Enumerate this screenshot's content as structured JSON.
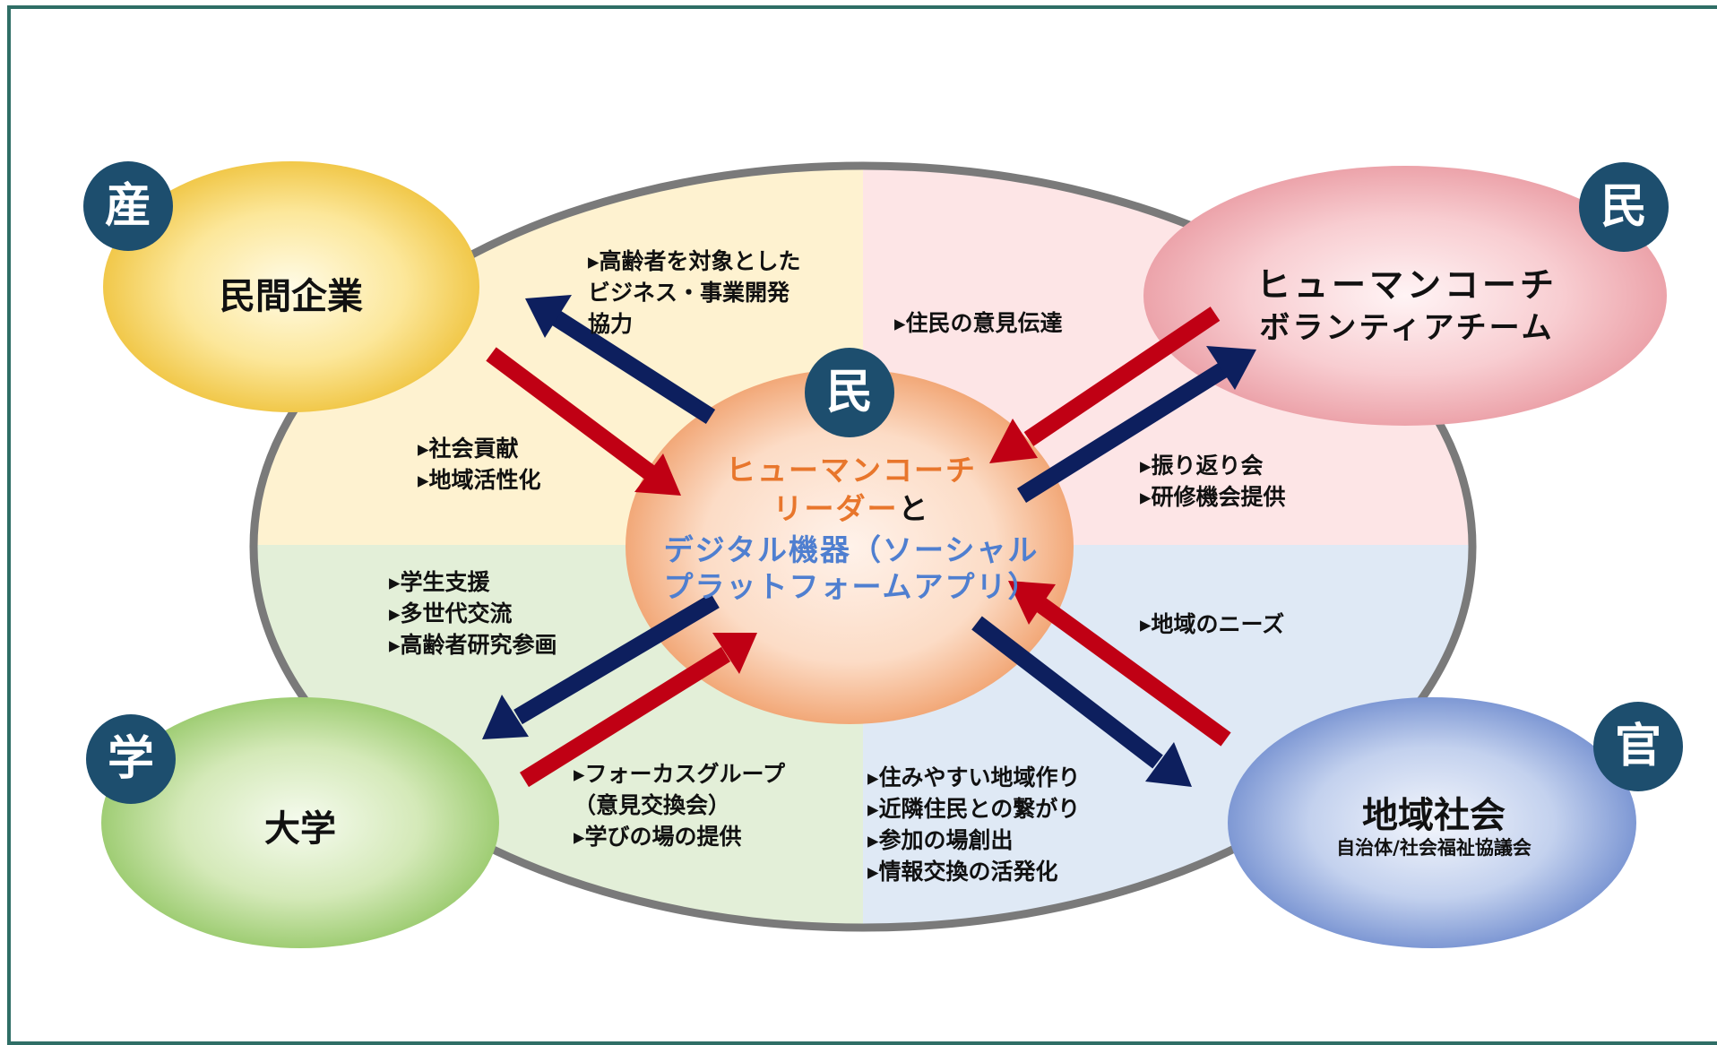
{
  "colors": {
    "frame": "#2f6e66",
    "badge": "#1d4e6e",
    "red_arrow": "#c00014",
    "blue_arrow": "#0d1f5e",
    "center_orange": "#e8762c",
    "center_blue": "#4f7fd0"
  },
  "badges": {
    "industry": "産",
    "citizen_top": "民",
    "citizen_center": "民",
    "academia": "学",
    "government": "官"
  },
  "nodes": {
    "company": "民間企業",
    "coach_line1": "ヒューマンコーチ",
    "coach_line2": "ボランティアチーム",
    "university": "大学",
    "community": "地域社会",
    "community_sub": "自治体/社会福祉協議会"
  },
  "center": {
    "line1": "ヒューマンコーチ",
    "line2_orange": "リーダー",
    "line2_black": "と",
    "line3": "デジタル機器（ソーシャル",
    "line4": "プラットフォームアプリ）"
  },
  "notes": {
    "business": "▸高齢者を対象とした\nビジネス・事業開発\n協力",
    "opinion": "▸住民の意見伝達",
    "contribution": "▸社会貢献\n▸地域活性化",
    "review": "▸振り返り会\n▸研修機会提供",
    "students": "▸学生支援\n▸多世代交流\n▸高齢者研究参画",
    "needs": "▸地域のニーズ",
    "focus_group": "▸フォーカスグループ\n（意見交換会）\n▸学びの場の提供",
    "community_goals": "▸住みやすい地域作り\n▸近隣住民との繋がり\n▸参加の場創出\n▸情報交換の活発化"
  }
}
